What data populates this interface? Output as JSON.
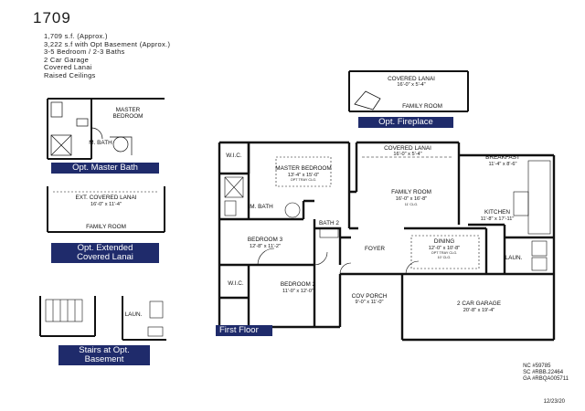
{
  "plan": {
    "name": "1709",
    "specs": [
      "1,709 s.f. (Approx.)",
      "3,222 s.f with Opt Basement (Approx.)",
      "3-5 Bedroom / 2-3 Baths",
      "2 Car Garage",
      "Covered Lanai",
      "Raised Ceilings"
    ]
  },
  "captions": {
    "master_bath": "Opt. Master Bath",
    "extended_lanai_line1": "Opt. Extended",
    "extended_lanai_line2": "Covered Lanai",
    "stairs_line1": "Stairs at Opt.",
    "stairs_line2": "Basement",
    "fireplace": "Opt. Fireplace",
    "first_floor": "First Floor"
  },
  "opt_master_bath": {
    "master_bedroom_1": "MASTER",
    "master_bedroom_2": "BEDROOM",
    "m_bath": "M. BATH"
  },
  "opt_extended_lanai": {
    "lanai_name": "EXT. COVERED LANAI",
    "lanai_dims": "16'-0\" x 11'-4\"",
    "family_room": "FAMILY ROOM"
  },
  "opt_stairs": {
    "laundry": "LAUN."
  },
  "opt_fireplace": {
    "lanai_name": "COVERED LANAI",
    "lanai_dims": "16'-0\" x 5'-4\"",
    "family_room": "FAMILY ROOM"
  },
  "first_floor": {
    "wic": "W.I.C.",
    "master_bedroom": {
      "name": "MASTER BEDROOM",
      "dims": "13'-4\" x 15'-0\"",
      "note": "OPT TRAY CLG."
    },
    "m_bath": "M. BATH",
    "bedroom3": {
      "name": "BEDROOM 3",
      "dims": "12'-8\" x 11'-2\""
    },
    "bath2": "BATH 2",
    "bedroom2": {
      "name": "BEDROOM 2",
      "dims": "11'-0\" x 12'-0\""
    },
    "wic2": "W.I.C.",
    "covered_lanai": {
      "name": "COVERED LANAI",
      "dims": "16'-0\" x 5'-4\""
    },
    "family_room": {
      "name": "FAMILY ROOM",
      "dims": "16'-0\" x 16'-8\"",
      "note": "11' CLG."
    },
    "breakfast": {
      "name": "BREAKFAST",
      "dims": "11'-4\" x 8'-6\""
    },
    "kitchen": {
      "name": "KITCHEN",
      "dims": "11'-8\" x 17'-11\""
    },
    "dining": {
      "name": "DINING",
      "dims": "12'-0\" x 10'-8\"",
      "note1": "OPT TRAY CLG.",
      "note2": "10' CLG."
    },
    "foyer": "FOYER",
    "laundry": "LAUN.",
    "cov_porch": {
      "name": "COV PORCH",
      "dims": "9'-0\" x 11'-0\""
    },
    "garage": {
      "name": "2 CAR GARAGE",
      "dims": "20'-8\" x 19'-4\""
    }
  },
  "codes": [
    "NC #59785",
    "SC #RBB.22464",
    "GA #RBQA005711"
  ],
  "date": "12/23/20"
}
